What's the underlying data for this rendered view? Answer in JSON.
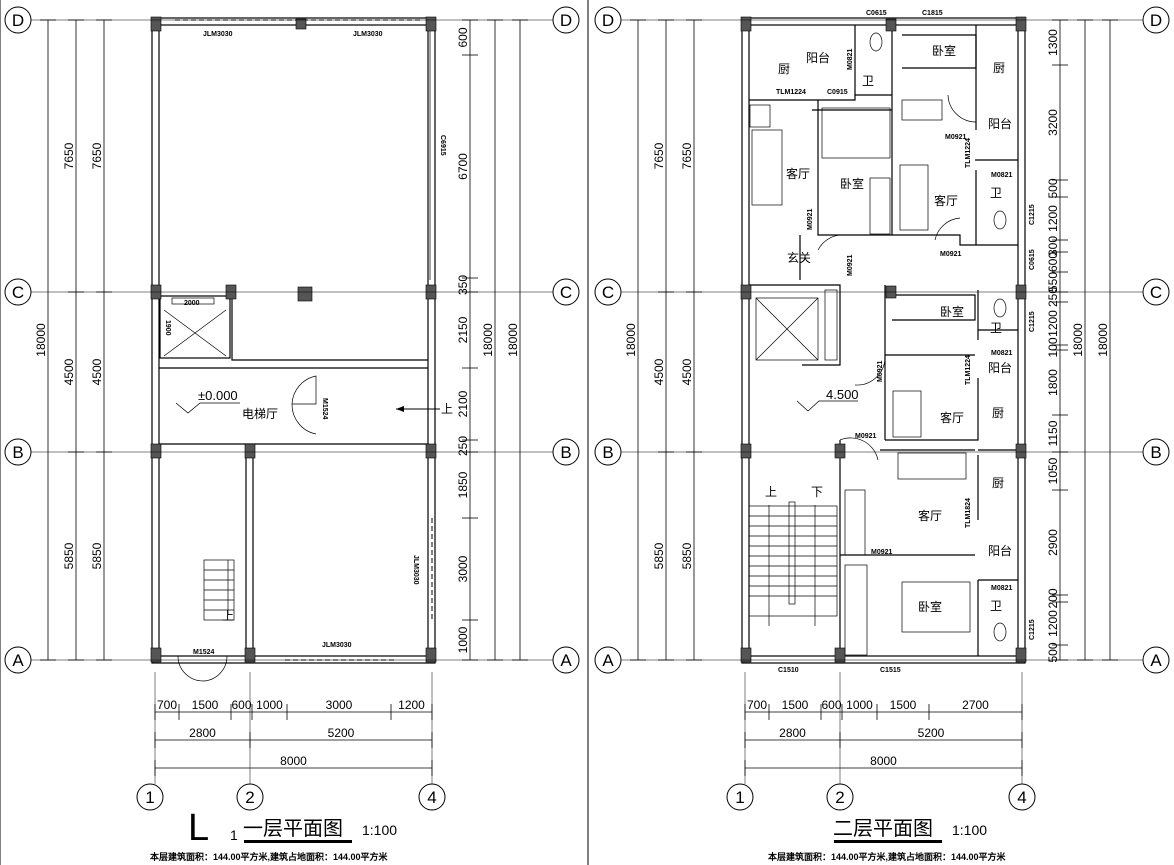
{
  "plans": [
    {
      "title": "一层平面图",
      "scale": "1:100",
      "area_note": "本层建筑面积：144.00平方米,建筑占地面积：144.00平方米",
      "level": "±0.000",
      "marker_big": "L",
      "marker_small": "1",
      "rooms": {
        "hall": "电梯厅",
        "stair_up": "上",
        "hall_up": "上"
      },
      "tags": {
        "top_left": "JLM3030",
        "top_right": "JLM3030",
        "side_window": "C6915",
        "elev_w": "2000",
        "elev_h": "1900",
        "hall_door": "M1524",
        "shop_side": "JLM3030",
        "shop_front": "JLM3030",
        "entry_door": "M1524"
      },
      "grid_rows": [
        "D",
        "C",
        "B",
        "A"
      ],
      "grid_cols": [
        "1",
        "2",
        "4"
      ],
      "dims_left_total": "18000",
      "dims_left_a": [
        "7650",
        "4500",
        "5850"
      ],
      "dims_left_b": [
        "7650",
        "4500",
        "5850"
      ],
      "dims_right": [
        "600",
        "6700",
        "350",
        "2150",
        "2100",
        "250",
        "1850",
        "3000",
        "1000"
      ],
      "dims_right_total_a": "18000",
      "dims_right_total_b": "18000",
      "dims_bottom_detail": [
        "700",
        "1500",
        "600",
        "1000",
        "3000",
        "1200"
      ],
      "dims_bottom_mid": [
        "2800",
        "5200"
      ],
      "dims_bottom_total": "8000"
    },
    {
      "title": "二层平面图",
      "scale": "1:100",
      "area_note": "本层建筑面积：144.00平方米,建筑占地面积：144.00平方米",
      "level": "4.500",
      "rooms": {
        "balcony_1": "阳台",
        "kitchen_1": "厨",
        "bath_1": "卫",
        "bedroom_1": "卧室",
        "kitchen_2": "厨",
        "balcony_2": "阳台",
        "living_1": "客厅",
        "bedroom_2": "卧室",
        "living_2": "客厅",
        "bath_2": "卫",
        "foyer": "玄关",
        "bedroom_3": "卧室",
        "bath_3": "卫",
        "balcony_3": "阳台",
        "living_3": "客厅",
        "kitchen_3": "厨",
        "kitchen_4": "厨",
        "living_4": "客厅",
        "balcony_4": "阳台",
        "bath_4": "卫",
        "bedroom_4": "卧室",
        "stair_up": "上",
        "stair_down": "下"
      },
      "tags": {
        "c0615_top": "C0615",
        "c1815": "C1815",
        "tlm1224_a": "TLM1224",
        "c0915": "C0915",
        "m0821_a": "M0821",
        "m0921_a": "M0921",
        "tlm1224_b": "TLM1224",
        "m0821_b": "M0821",
        "c1215_a": "C1215",
        "m0921_b": "M0921",
        "m0921_c": "M0921",
        "m0921_d": "M0921",
        "c0615_side": "C0615",
        "m0921_e": "M0921",
        "c1215_b": "C1215",
        "m0821_c": "M0821",
        "tlm1224_c": "TLM1224",
        "m0921_f": "M0921",
        "tlm1824": "TLM1824",
        "m0921_g": "M0921",
        "m0821_d": "M0821",
        "c1215_c": "C1215",
        "c1510": "C1510",
        "c1515": "C1515"
      },
      "grid_rows": [
        "D",
        "C",
        "B",
        "A"
      ],
      "grid_cols": [
        "1",
        "2",
        "4"
      ],
      "dims_left_total": "18000",
      "dims_left_a": [
        "7650",
        "4500",
        "5850"
      ],
      "dims_left_b": [
        "7650",
        "4500",
        "5850"
      ],
      "dims_right": [
        "1300",
        "3200",
        "500",
        "1200",
        "300",
        "600",
        "550",
        "250",
        "1200",
        "100",
        "1800",
        "1150",
        "1050",
        "2900",
        "200",
        "1200",
        "500"
      ],
      "dims_right_total_a": "18000",
      "dims_right_total_b": "18000",
      "dims_bottom_detail": [
        "700",
        "1500",
        "600",
        "1000",
        "1500",
        "2700"
      ],
      "dims_bottom_mid": [
        "2800",
        "5200"
      ],
      "dims_bottom_total": "8000"
    }
  ]
}
